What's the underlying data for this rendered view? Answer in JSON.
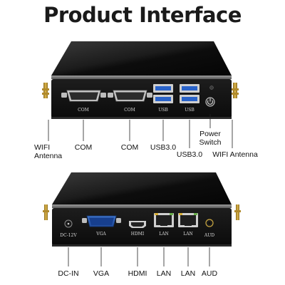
{
  "title": "Product Interface",
  "top_device": {
    "port_labels": {
      "com1": "COM",
      "com2": "COM",
      "usb1": "USB",
      "usb2": "USB"
    },
    "callouts": {
      "wifi_left_1": "WIFI",
      "wifi_left_2": "Antenna",
      "com1": "COM",
      "com2": "COM",
      "usb1": "USB3.0",
      "power_1": "Power",
      "power_2": "Switch",
      "usb2": "USB3.0",
      "wifi_right": "WIFI Antenna"
    }
  },
  "bottom_device": {
    "port_labels": {
      "dcin": "DC-12V",
      "vga": "VGA",
      "hdmi": "HDMI",
      "lan1": "LAN",
      "lan2": "LAN",
      "aud": "AUD"
    },
    "callouts": {
      "dcin": "DC-IN",
      "vga": "VGA",
      "hdmi": "HDMI",
      "lan1": "LAN",
      "lan2": "LAN",
      "aud": "AUD"
    }
  }
}
